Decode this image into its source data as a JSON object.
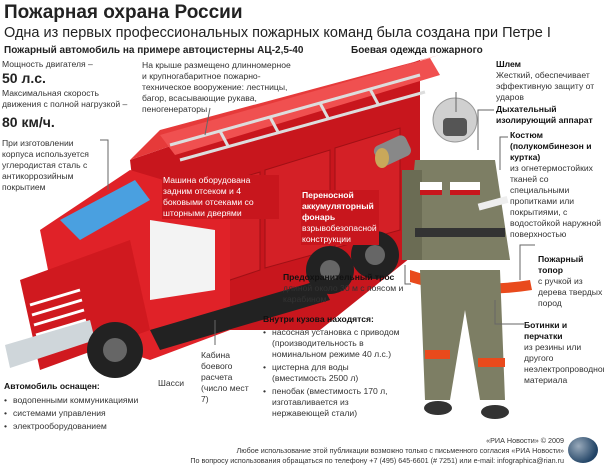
{
  "title": "Пожарная охрана России",
  "subtitle": "Одна из первых профессиональных пожарных команд была создана при Петре I",
  "truck": {
    "heading": "Пожарный автомобиль на примере автоцистерны АЦ-2,5-40",
    "power_label": "Мощность двигателя –",
    "power_value": "50 л.с.",
    "speed_label": "Максимальная скорость движения с полной нагрузкой –",
    "speed_value": "80 км/ч.",
    "body_note": "При изготовлении корпуса используется углеродистая сталь с антикоррозийным покрытием",
    "roof_note": "На крыше размещено длинномерное и крупногабаритное пожарно-техническое вооружение: лестницы, багор, всасывающие рукава, пеногенераторы",
    "compartments_note": "Машина оборудована задним отсеком и 4 боковыми отсеками со шторными дверями",
    "cabin_note": "Кабина боевого расчета (число мест 7)",
    "chassis_label": "Шасси",
    "equipped_heading": "Автомобиль оснащен:",
    "equipped_items": [
      "водопенными коммуникациями",
      "системами управления",
      "электрооборудованием"
    ],
    "inside_heading": "Внутри кузова находятся:",
    "inside_items": [
      "насосная установка с приводом (производительность в номинальном режиме 40 л.с.)",
      "цистерна для воды (вместимость 2500 л)",
      "пенобак (вместимость 170 л, изготавливается из нержавеющей стали)"
    ]
  },
  "gear": {
    "heading": "Боевая одежда пожарного",
    "helmet_title": "Шлем",
    "helmet_text": "Жесткий, обеспечивает эффективную защиту от ударов",
    "breathing_title": "Дыхательный изолирующий аппарат",
    "suit_title": "Костюм (полукомбинезон и куртка)",
    "suit_text": "из огнетермостойких тканей со специальными пропитками или покрытиями, с водостойкой наружной поверхностью",
    "lamp_title": "Переносной аккумуляторный фонарь",
    "lamp_text": "взрывобезопасной конструкции",
    "rope_title": "Предохранительный трос",
    "rope_text": "длиной около 30 м с поясом и карабином",
    "axe_title": "Пожарный топор",
    "axe_text": "с ручкой из дерева твердых пород",
    "boots_title": "Ботинки и перчатки",
    "boots_text": "из резины или другого неэлектропроводного материала"
  },
  "footer": {
    "copyright": "«РИА Новости» © 2009",
    "line1": "Любое использование этой публикации возможно только с письменного согласия «РИА Новости»",
    "line2": "По вопросу использования обращаться по телефону +7 (495) 645-6601 (# 7251) или e-mail: infographica@rian.ru"
  },
  "colors": {
    "truck_red": "#d7191f",
    "suit": "#7d7e64",
    "accent": "#c8161d"
  }
}
